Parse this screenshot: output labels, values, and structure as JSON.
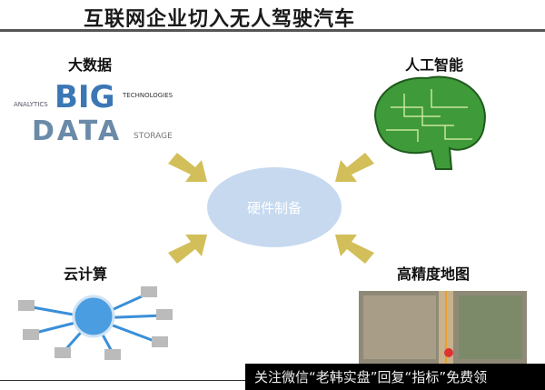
{
  "title": "互联网企业切入无人驾驶汽车",
  "center": "硬件制备",
  "nodes": {
    "big_data": "大数据",
    "ai": "人工智能",
    "cloud": "云计算",
    "hd_map": "高精度地图"
  },
  "big_data_image_words": [
    "BIG",
    "DATA",
    "ANALYTICS",
    "TECHNOLOGIES",
    "STORAGE"
  ],
  "watermark": "关注微信“老韩实盘”回复“指标”免费领",
  "colors": {
    "ellipse": "#c6d9ef",
    "arrow": "#d2bf5a"
  }
}
